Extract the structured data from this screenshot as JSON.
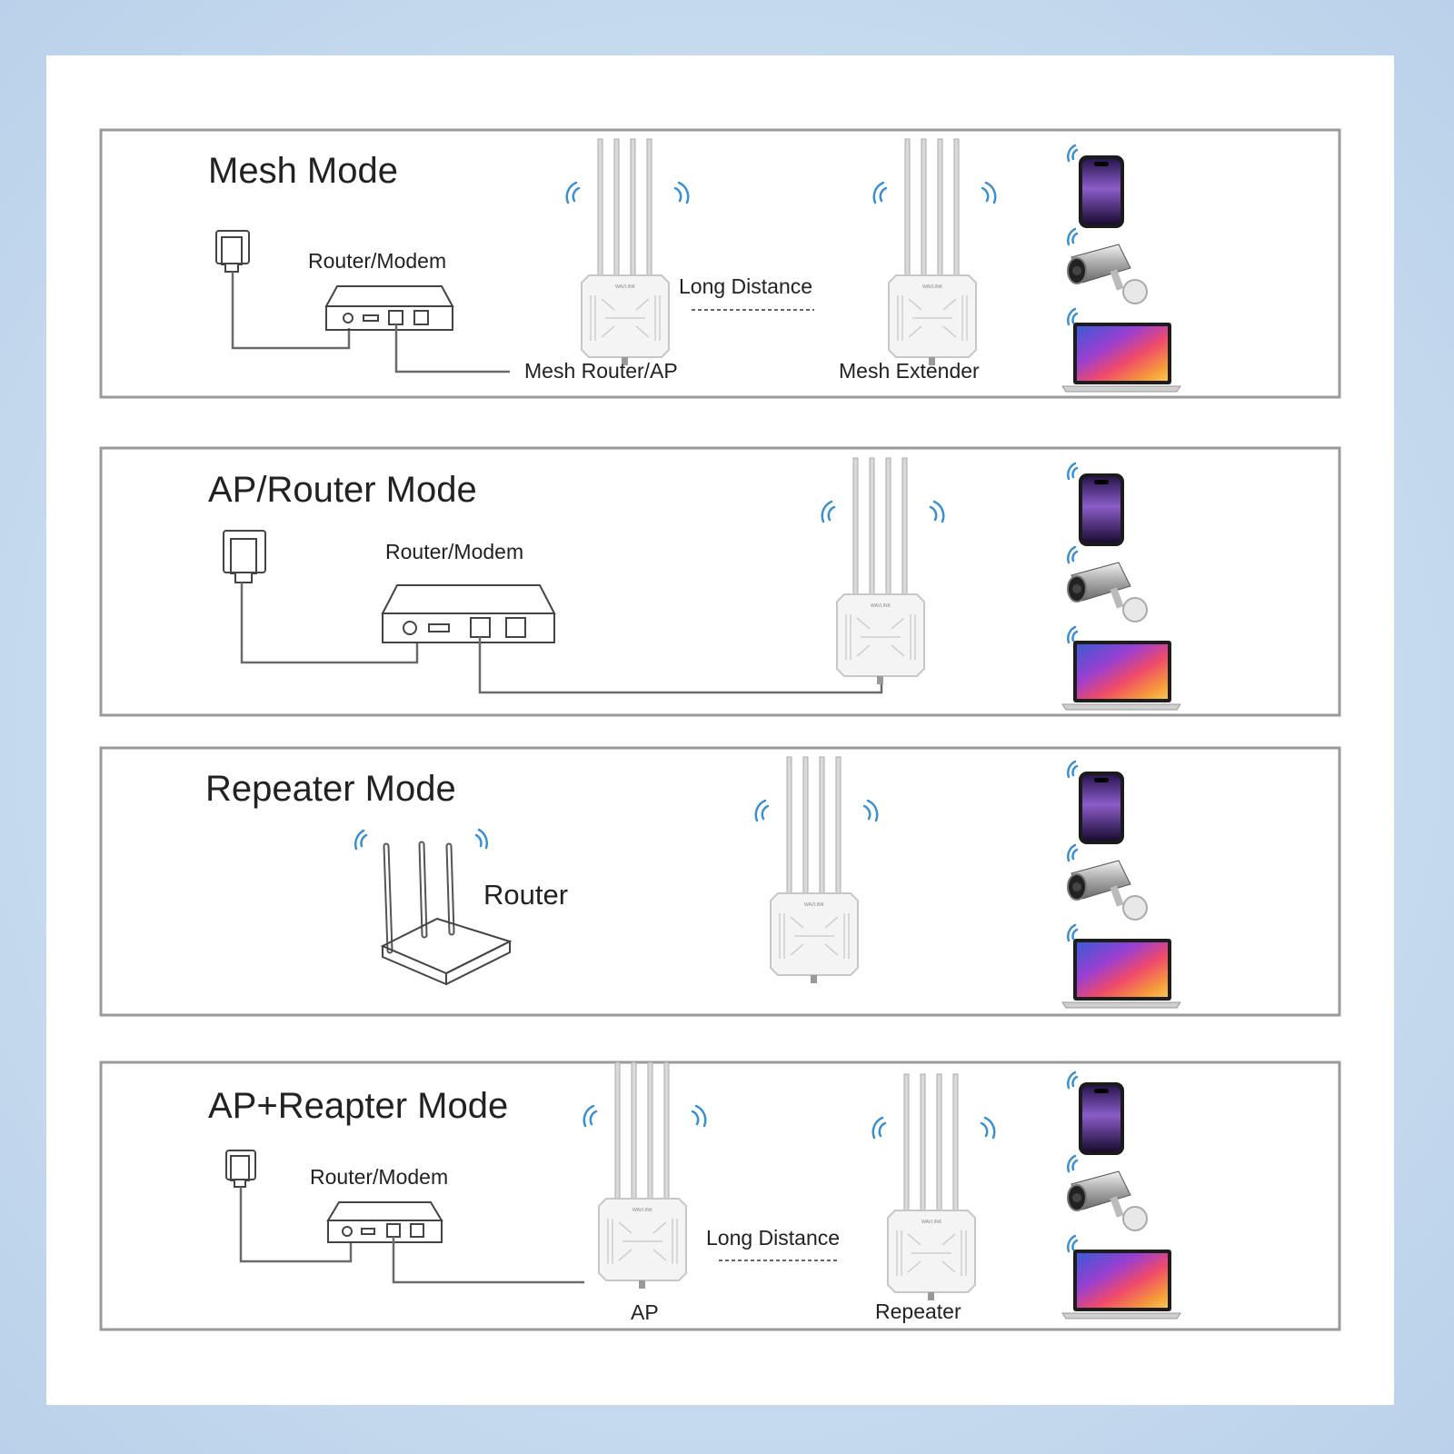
{
  "panels": {
    "mesh": {
      "title": "Mesh Mode",
      "router_modem": "Router/Modem",
      "long_distance": "Long Distance",
      "device1": "Mesh Router/AP",
      "device2": "Mesh Extender"
    },
    "ap_router": {
      "title": "AP/Router Mode",
      "router_modem": "Router/Modem"
    },
    "repeater": {
      "title": "Repeater Mode",
      "router": "Router"
    },
    "ap_repeater": {
      "title": "AP+Reapter Mode",
      "router_modem": "Router/Modem",
      "long_distance": "Long Distance",
      "device1": "AP",
      "device2": "Repeater"
    }
  },
  "device_brand": "WAVLINK",
  "clients": [
    "phone-icon",
    "camera-icon",
    "laptop-icon"
  ],
  "colors": {
    "wifi": "#3a8fd0",
    "background": "#c9dcee",
    "panel_border": "#9a9a9a"
  }
}
